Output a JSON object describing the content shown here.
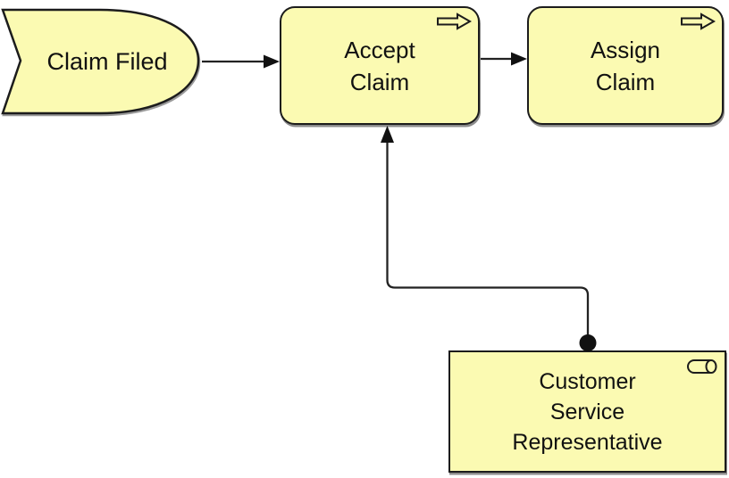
{
  "colors": {
    "background": "#ffffff",
    "shape_fill": "#fbfab2",
    "shape_border": "#1c1c1c",
    "connector": "#222222",
    "text": "#111111"
  },
  "nodes": {
    "claim_filed": {
      "type": "business-event",
      "label": "Claim Filed"
    },
    "accept_claim": {
      "type": "business-process",
      "lines": [
        "Accept",
        "Claim"
      ],
      "icon": "process-arrow-icon"
    },
    "assign_claim": {
      "type": "business-process",
      "lines": [
        "Assign",
        "Claim"
      ],
      "icon": "process-arrow-icon"
    },
    "customer_service_representative": {
      "type": "business-role",
      "lines": [
        "Customer",
        "Service",
        "Representative"
      ],
      "icon": "role-icon"
    }
  },
  "connectors": [
    {
      "name": "flow-claim-filed-to-accept-claim",
      "from": "claim_filed",
      "to": "accept_claim",
      "style": "solid-arrow"
    },
    {
      "name": "flow-accept-claim-to-assign-claim",
      "from": "accept_claim",
      "to": "assign_claim",
      "style": "solid-arrow"
    },
    {
      "name": "assignment-csr-to-accept-claim",
      "from": "customer_service_representative",
      "to": "accept_claim",
      "style": "ball-and-arrow"
    }
  ]
}
